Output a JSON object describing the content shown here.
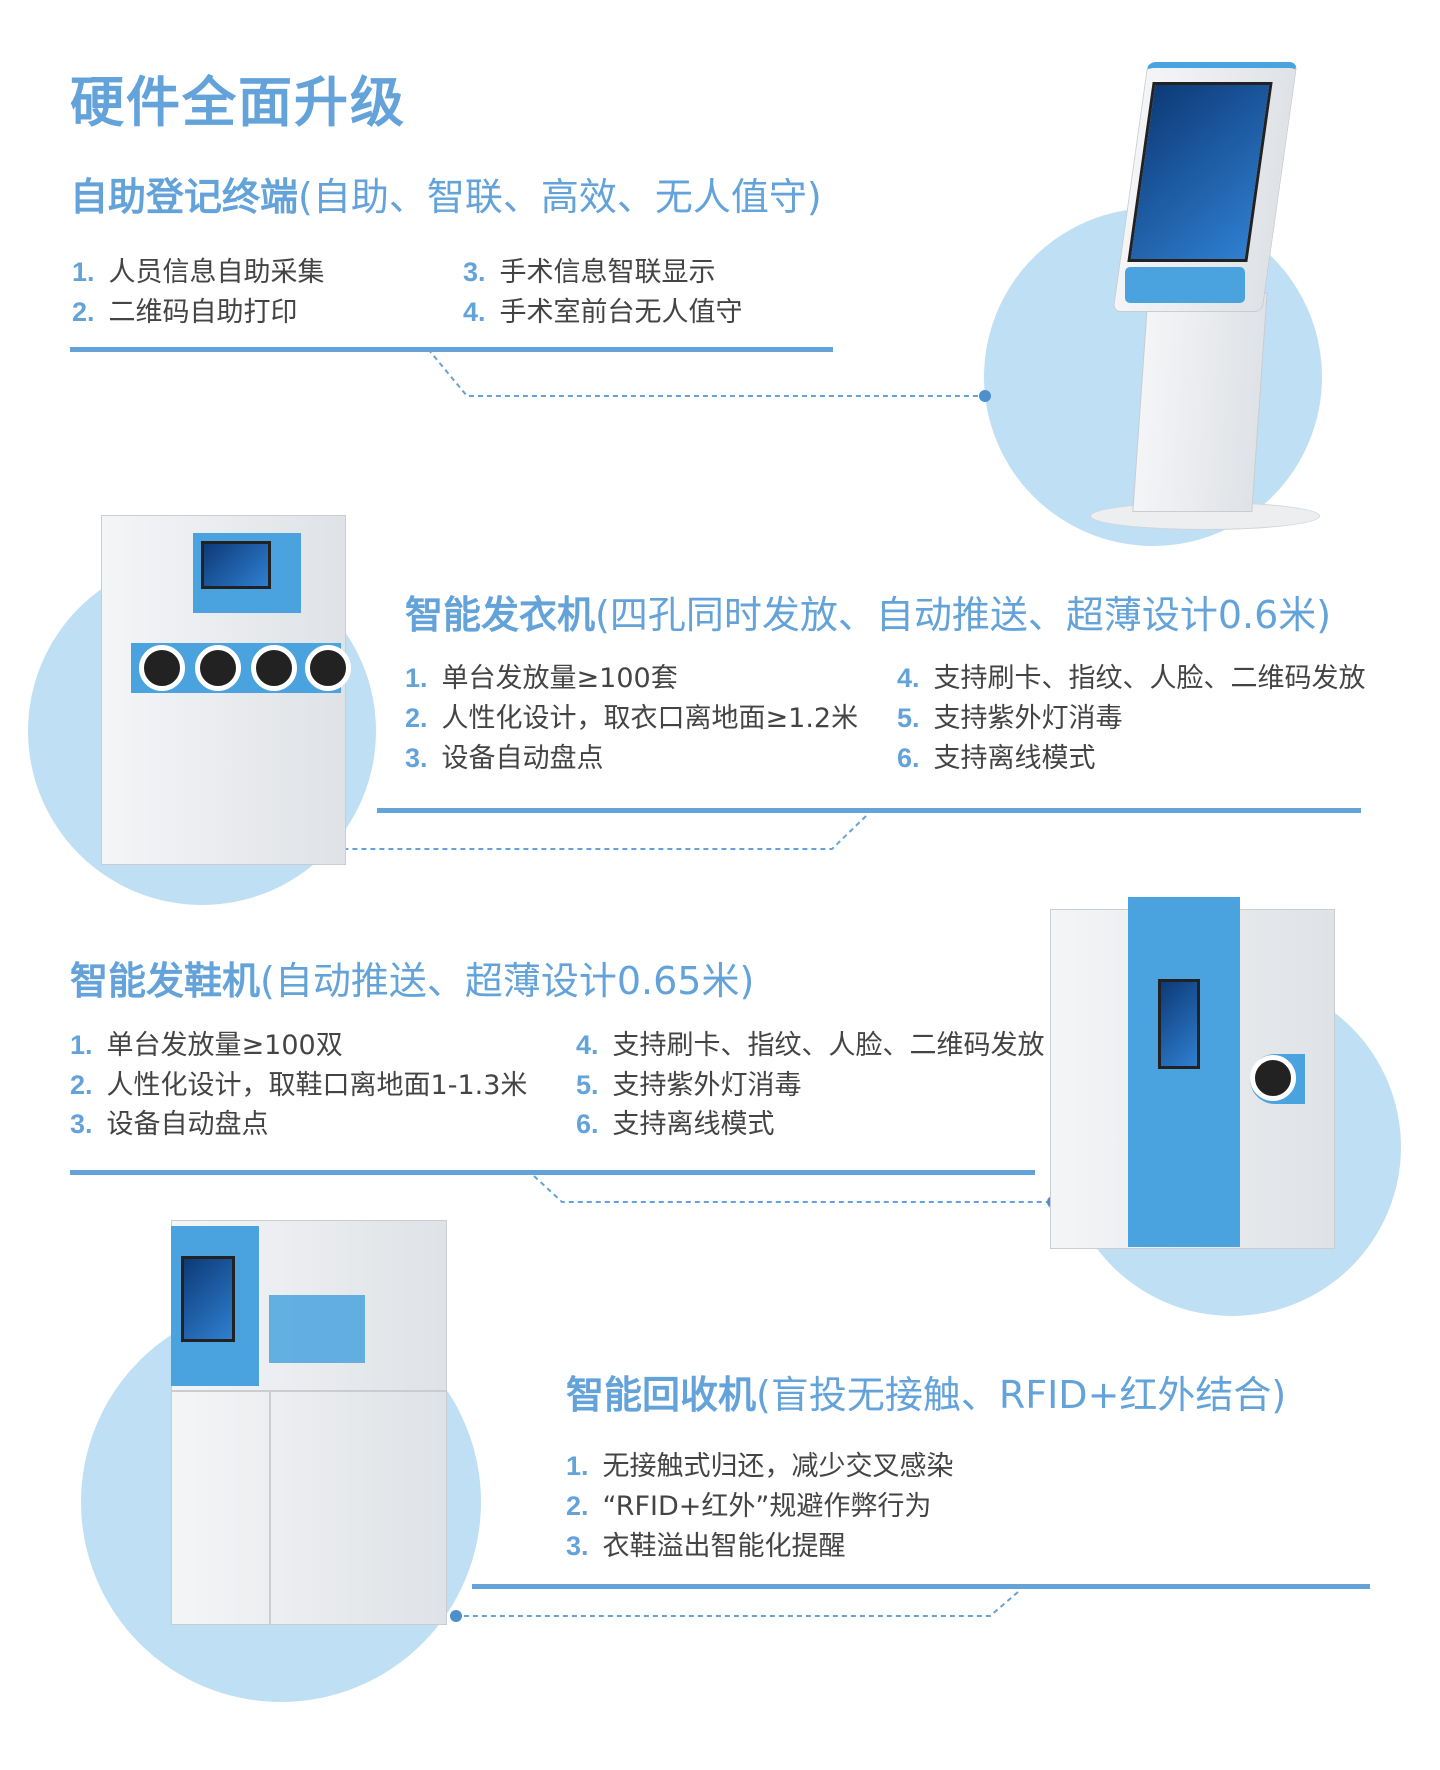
{
  "title": "硬件全面升级",
  "sections": [
    {
      "name": "自助登记终端",
      "desc": "(自助、智联、高效、无人值守)",
      "items": [
        {
          "n": "1.",
          "t": "人员信息自助采集"
        },
        {
          "n": "2.",
          "t": "二维码自助打印"
        },
        {
          "n": "3.",
          "t": "手术信息智联显示"
        },
        {
          "n": "4.",
          "t": "手术室前台无人值守"
        }
      ]
    },
    {
      "name": "智能发衣机",
      "desc": "(四孔同时发放、自动推送、超薄设计0.6米)",
      "items": [
        {
          "n": "1.",
          "t": "单台发放量≥100套"
        },
        {
          "n": "2.",
          "t": "人性化设计，取衣口离地面≥1.2米"
        },
        {
          "n": "3.",
          "t": "设备自动盘点"
        },
        {
          "n": "4.",
          "t": "支持刷卡、指纹、人脸、二维码发放"
        },
        {
          "n": "5.",
          "t": "支持紫外灯消毒"
        },
        {
          "n": "6.",
          "t": "支持离线模式"
        }
      ]
    },
    {
      "name": "智能发鞋机",
      "desc": "(自动推送、超薄设计0.65米)",
      "items": [
        {
          "n": "1.",
          "t": "单台发放量≥100双"
        },
        {
          "n": "2.",
          "t": "人性化设计，取鞋口离地面1-1.3米"
        },
        {
          "n": "3.",
          "t": "设备自动盘点"
        },
        {
          "n": "4.",
          "t": "支持刷卡、指纹、人脸、二维码发放"
        },
        {
          "n": "5.",
          "t": "支持紫外灯消毒"
        },
        {
          "n": "6.",
          "t": "支持离线模式"
        }
      ]
    },
    {
      "name": "智能回收机",
      "desc": "(盲投无接触、RFID+红外结合)",
      "items": [
        {
          "n": "1.",
          "t": "无接触式归还，减少交叉感染"
        },
        {
          "n": "2.",
          "t": "“RFID+红外”规避作弊行为"
        },
        {
          "n": "3.",
          "t": "衣鞋溢出智能化提醒"
        }
      ]
    }
  ],
  "colors": {
    "accent": "#64a3d9",
    "circle": "#bfe0f4",
    "text": "#444444"
  }
}
